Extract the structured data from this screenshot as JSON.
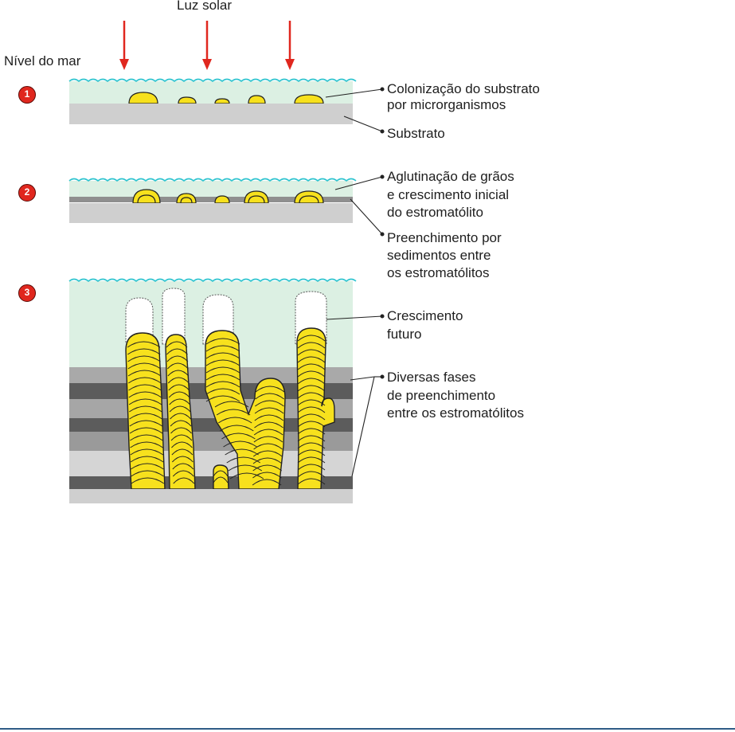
{
  "labels": {
    "sunlight": "Luz solar",
    "sea_level": "Nível do mar",
    "colonization_line1": "Colonização do substrato",
    "colonization_line2": "por microrganismos",
    "substrate": "Substrato",
    "agglutination_line1": "Aglutinação de grãos",
    "agglutination_line2": "e crescimento inicial",
    "agglutination_line3": "do estromatólito",
    "infill_line1": "Preenchimento por",
    "infill_line2": "sedimentos entre",
    "infill_line3": "os estromatólitos",
    "future_line1": "Crescimento",
    "future_line2": "futuro",
    "phases_line1": "Diversas fases",
    "phases_line2": "de preenchimento",
    "phases_line3": "entre os estromatólitos"
  },
  "steps": [
    "1",
    "2",
    "3"
  ],
  "colors": {
    "water": "#dcf0e3",
    "wave": "#2fc4cf",
    "substrate": "#cfcfcf",
    "layer_dark": "#5c5c5c",
    "layer_mid": "#9a9a9a",
    "layer_light": "#d2d2d2",
    "stromatolite": "#f7e11d",
    "arrow": "#e0271e",
    "badge": "#e0271e",
    "footer_line": "#2f5b86"
  }
}
